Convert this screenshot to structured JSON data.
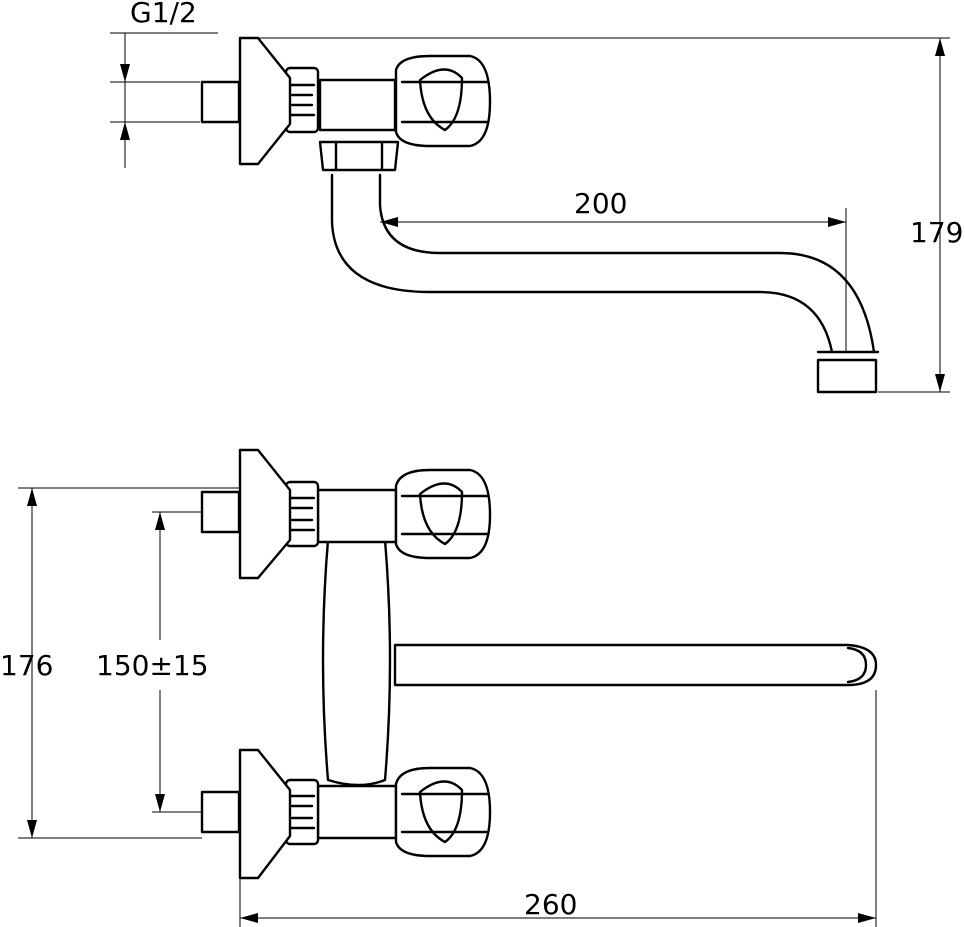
{
  "dimensions": {
    "thread": "G1/2",
    "spout_reach": "200",
    "total_height": "179",
    "overall_height_front": "176",
    "centers": "150±15",
    "overall_width": "260"
  },
  "colors": {
    "line": "#000000",
    "background": "#ffffff"
  }
}
